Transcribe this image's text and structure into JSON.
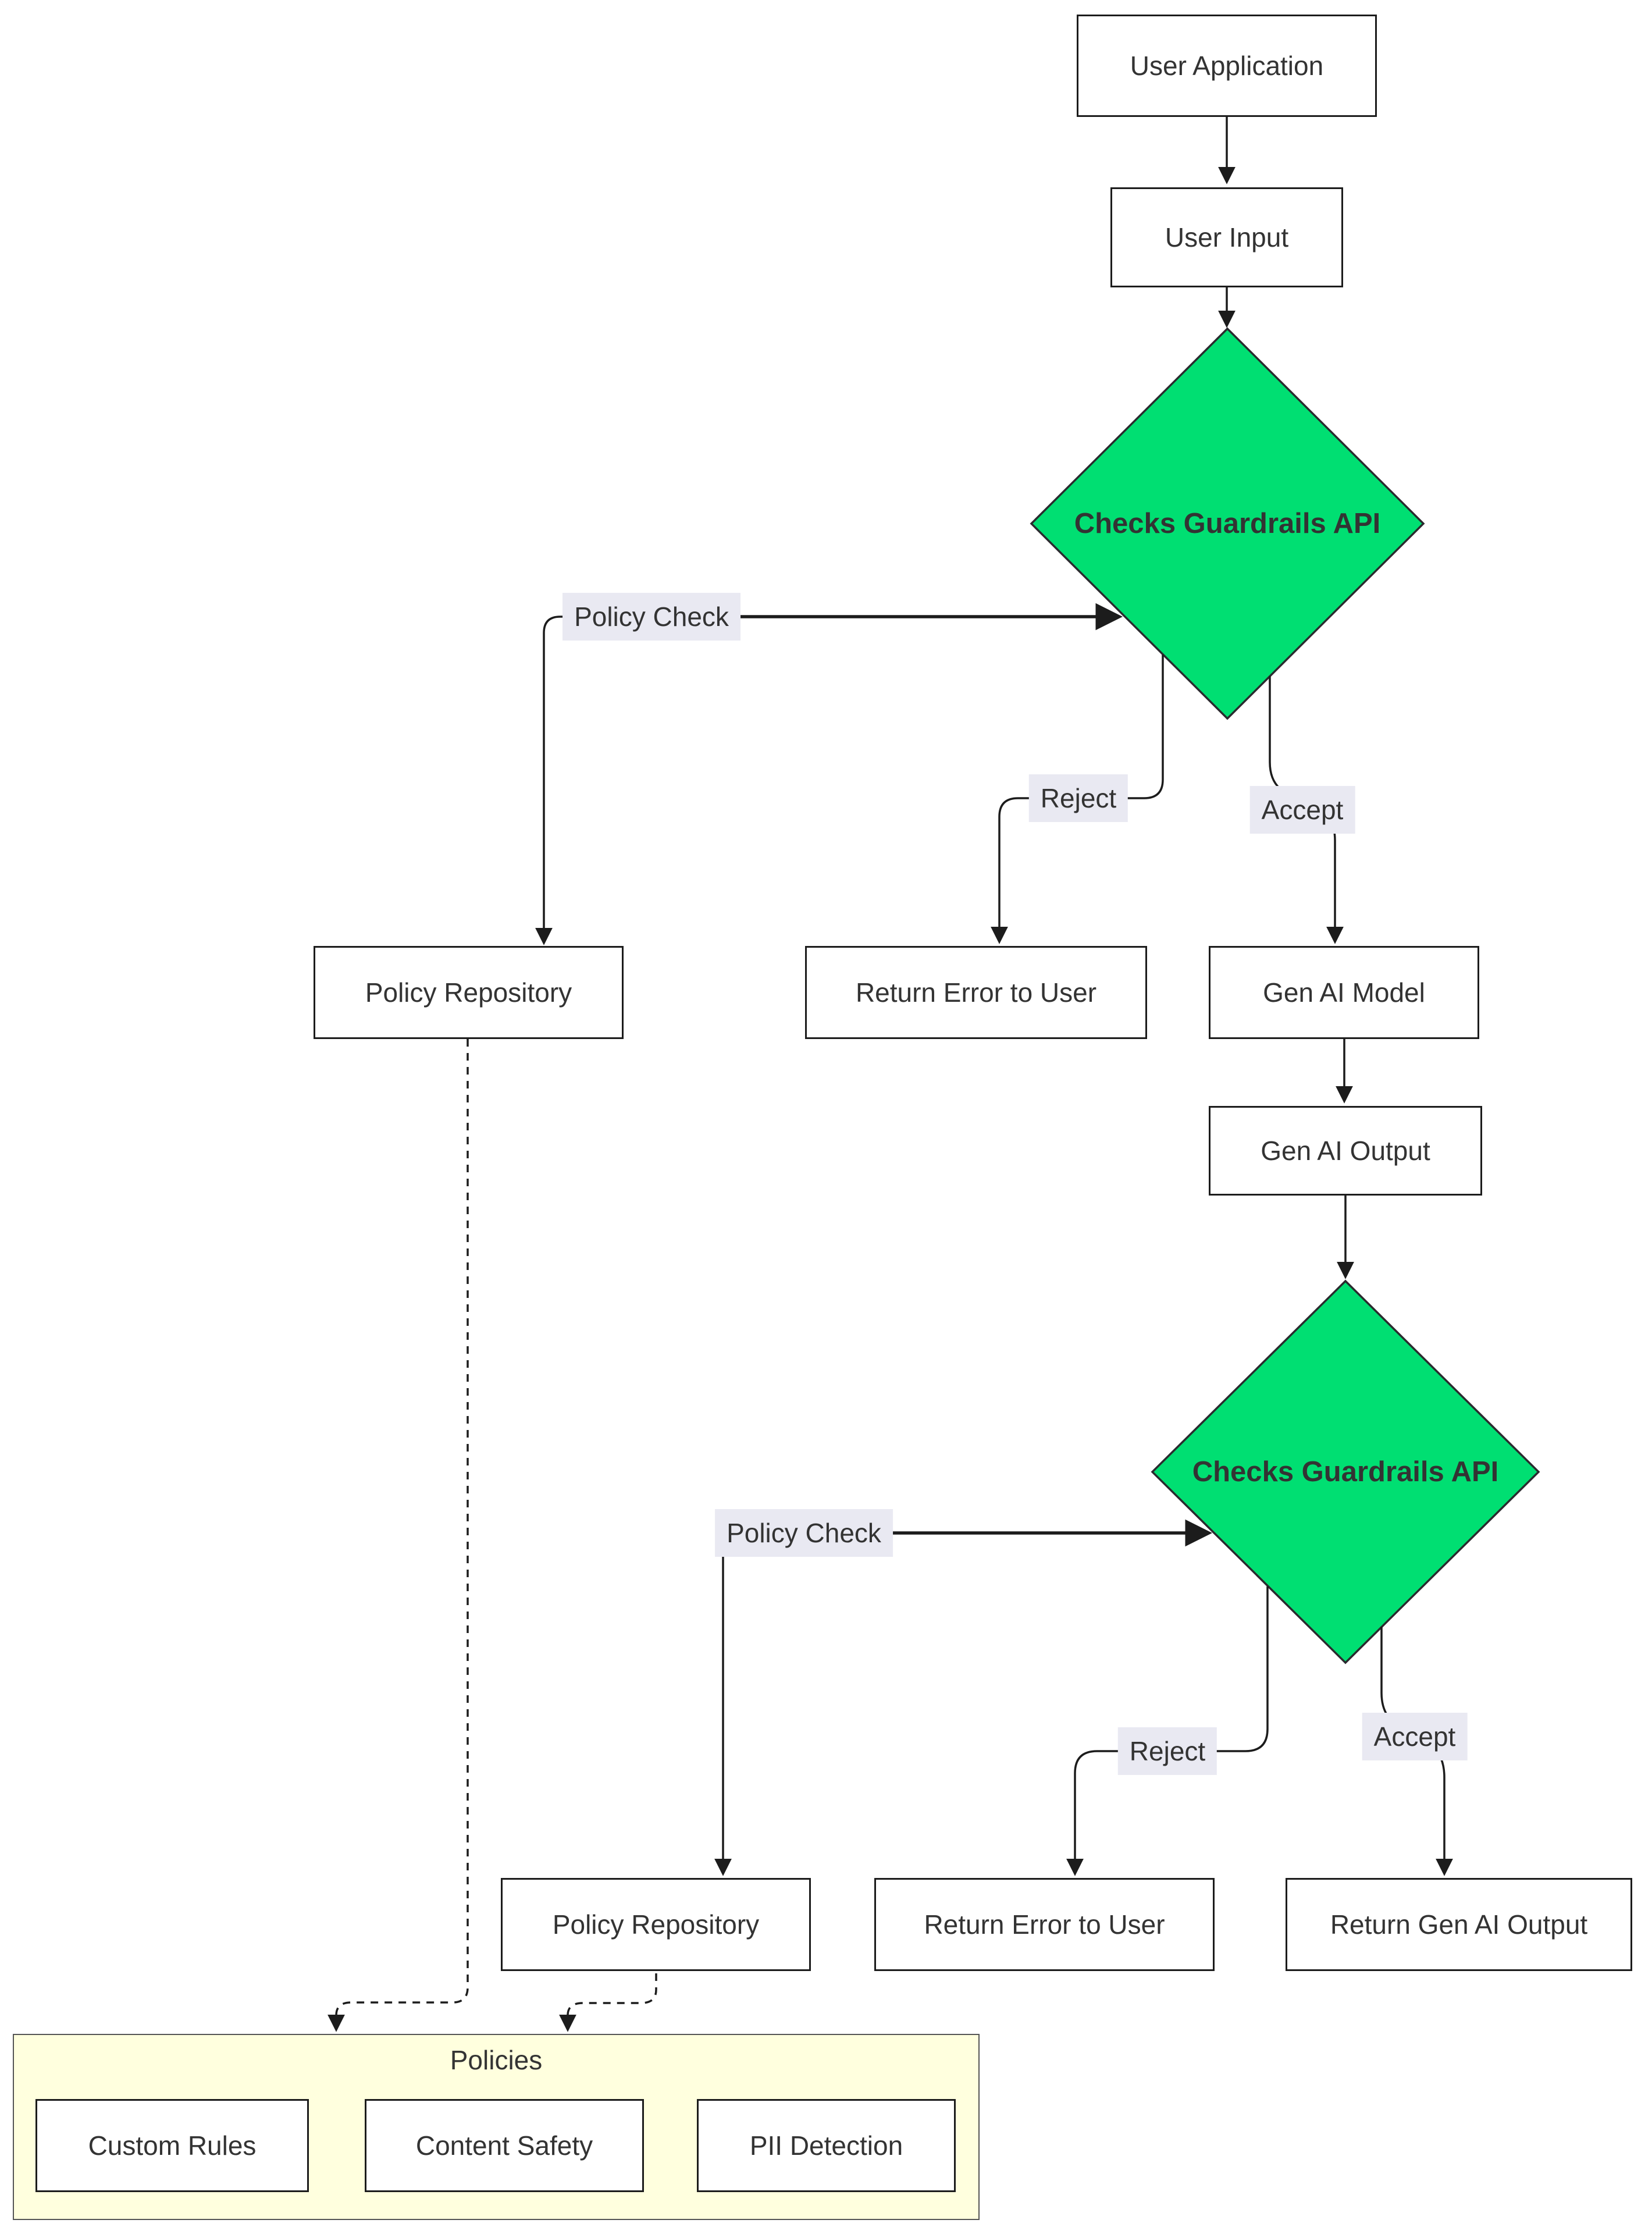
{
  "diagram": {
    "nodes": {
      "user_application": {
        "label": "User Application"
      },
      "user_input": {
        "label": "User Input"
      },
      "guardrails_check_1": {
        "label": "Checks Guardrails API"
      },
      "policy_repository_1": {
        "label": "Policy Repository"
      },
      "return_error_1": {
        "label": "Return Error to User"
      },
      "gen_ai_model": {
        "label": "Gen AI Model"
      },
      "gen_ai_output": {
        "label": "Gen AI Output"
      },
      "guardrails_check_2": {
        "label": "Checks Guardrails API"
      },
      "policy_repository_2": {
        "label": "Policy Repository"
      },
      "return_error_2": {
        "label": "Return Error to User"
      },
      "return_gen_ai_output": {
        "label": "Return Gen AI Output"
      }
    },
    "edge_labels": {
      "policy_check_1": "Policy Check",
      "reject_1": "Reject",
      "accept_1": "Accept",
      "policy_check_2": "Policy Check",
      "reject_2": "Reject",
      "accept_2": "Accept"
    },
    "subgraph": {
      "title": "Policies",
      "children": {
        "custom_rules": {
          "label": "Custom Rules"
        },
        "content_safety": {
          "label": "Content Safety"
        },
        "pii_detection": {
          "label": "PII Detection"
        }
      }
    }
  },
  "colors": {
    "diamond_fill": "#00df72",
    "diamond_border": "#2a2a2e",
    "node_fill": "#ffffff",
    "node_border": "#1c1c1c",
    "edge_color": "#1c1c1c",
    "edge_label_bg": "#e9e9f2",
    "text_color": "#333333",
    "subgraph_fill": "#ffffde",
    "subgraph_border": "#555555"
  }
}
